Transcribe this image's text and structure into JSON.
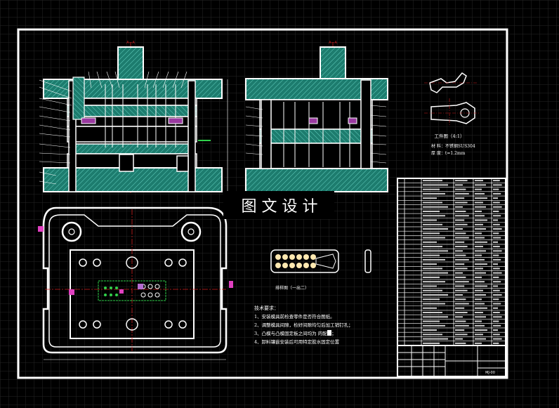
{
  "overlay_title": "图 文 设 计",
  "section_label_left": "A—A",
  "section_label_right": "A—A",
  "part_drawing": {
    "title": "工件图（4:1）",
    "material_line": "材  料：不锈钢SUS304",
    "thickness_line": "厚  度：t=1.2mm"
  },
  "strip_layout": {
    "caption": "排样图（一出二）"
  },
  "tech_requirements": {
    "heading": "技术要求：",
    "items": [
      "1、安装模具前检查零件是否符合图纸。",
      "2、调整模具间隙，检好间隙均匀后加工销钉孔；",
      "3、凸模与凸模固定板之间均为    的配合；",
      "4、卸料镶嵌安装后可用特定胶水固定位置"
    ]
  },
  "title_block": {
    "drawing_no": "MJ-00"
  },
  "colors": {
    "background": "#000000",
    "line": "#ffffff",
    "hatch": "#1f8a7a",
    "grid": "#2a2a2a",
    "centerline": "#d02020",
    "accent": "#e040c0"
  }
}
